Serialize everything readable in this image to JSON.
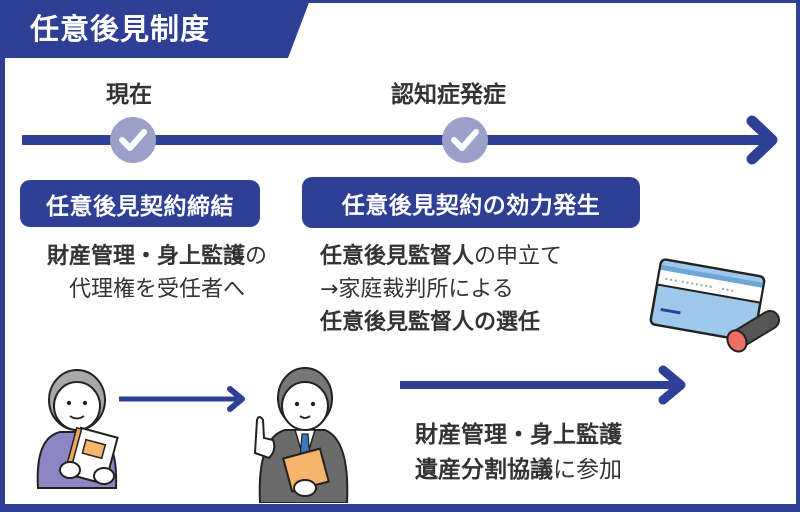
{
  "title": "任意後見制度",
  "colors": {
    "primary": "#2f3f96",
    "check_circle": "#9aa0c8",
    "text": "#333333",
    "background": "#ffffff"
  },
  "timeline": {
    "milestones": [
      {
        "label": "現在",
        "icon": "check-circle-icon",
        "badge": "任意後見契約締結",
        "description": [
          [
            {
              "text": "財産管理・身上監護",
              "bold": true
            },
            {
              "text": "の",
              "bold": false
            }
          ],
          [
            {
              "text": "代理権を受任者へ",
              "bold": false
            }
          ]
        ]
      },
      {
        "label": "認知症発症",
        "icon": "check-circle-icon",
        "badge": "任意後見契約の効力発生",
        "description": [
          [
            {
              "text": "任意後見監督人",
              "bold": true
            },
            {
              "text": "の申立て",
              "bold": false
            }
          ],
          [
            {
              "text": "→家庭裁判所による",
              "bold": false
            }
          ],
          [
            {
              "text": "任意後見監督人の選任",
              "bold": true
            }
          ]
        ]
      }
    ]
  },
  "illustrations": {
    "elderly_person": "elderly-person-holding-notebook",
    "agent_person": "businessman-pointing-holding-document",
    "card_and_seal": "bank-card-and-hanko-seal"
  },
  "outcome": {
    "lines": [
      [
        {
          "text": "財産管理・身上監護",
          "bold": true
        }
      ],
      [
        {
          "text": "遺産分割協議",
          "bold": true
        },
        {
          "text": "に参加",
          "bold": false
        }
      ]
    ]
  }
}
